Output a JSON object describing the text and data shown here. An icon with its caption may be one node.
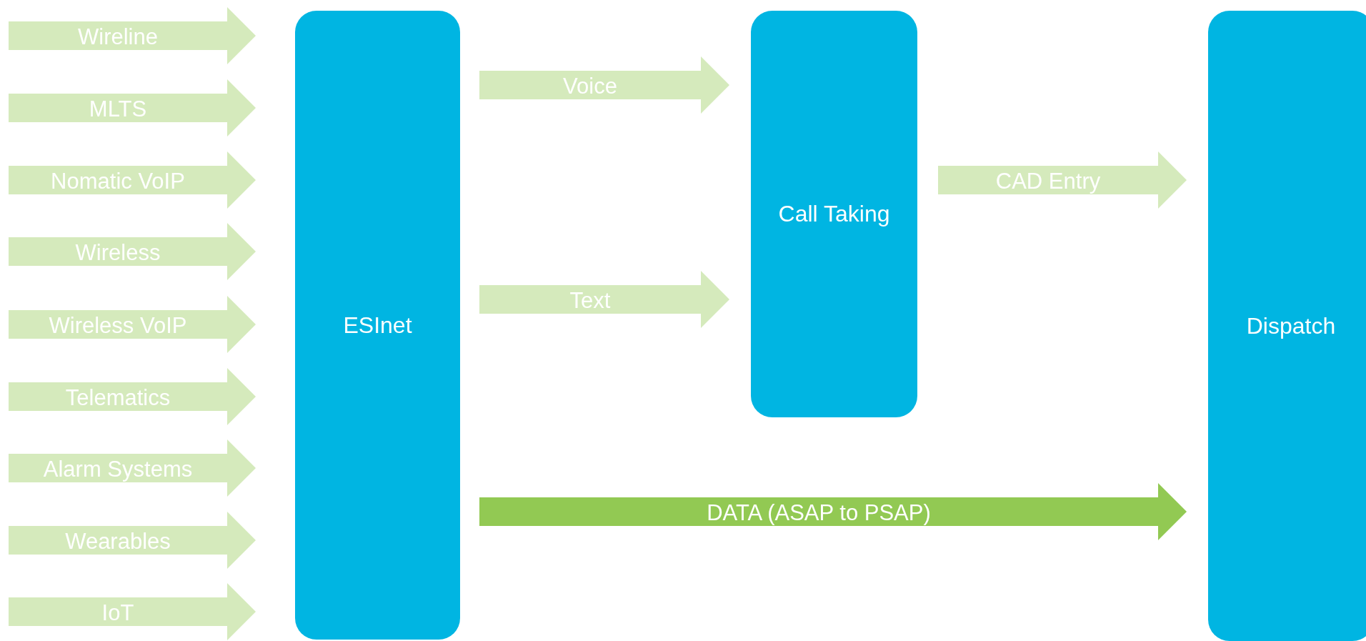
{
  "diagram": {
    "nodes": [
      {
        "text": [
          "ESInet"
        ]
      },
      {
        "text": [
          "Call Taking"
        ]
      },
      {
        "text": [
          "Dispatch"
        ]
      }
    ],
    "edges": [
      {
        "from": null,
        "to": 0,
        "arrow": "to",
        "label": "Wireline"
      },
      {
        "from": null,
        "to": 0,
        "arrow": "to",
        "label": "MLTS"
      },
      {
        "from": null,
        "to": 0,
        "arrow": "to",
        "label": "Nomatic VoIP"
      },
      {
        "from": null,
        "to": 0,
        "arrow": "to",
        "label": "Wireless"
      },
      {
        "from": null,
        "to": 0,
        "arrow": "to",
        "label": "Wireless VoIP"
      },
      {
        "from": null,
        "to": 0,
        "arrow": "to",
        "label": "Telematics"
      },
      {
        "from": null,
        "to": 0,
        "arrow": "to",
        "label": "Alarm Systems"
      },
      {
        "from": null,
        "to": 0,
        "arrow": "to",
        "label": "Wearables"
      },
      {
        "from": null,
        "to": 0,
        "arrow": "to",
        "label": "IoT"
      },
      {
        "from": 0,
        "to": 1,
        "arrow": "to",
        "label": "Voice"
      },
      {
        "from": 0,
        "to": 1,
        "arrow": "to",
        "label": "Text"
      },
      {
        "from": 1,
        "to": 2,
        "arrow": "to",
        "label": "CAD Entry"
      },
      {
        "from": 0,
        "to": 2,
        "arrow": "to",
        "label": "DATA (ASAP to PSAP)",
        "color": "#92c953"
      }
    ]
  }
}
